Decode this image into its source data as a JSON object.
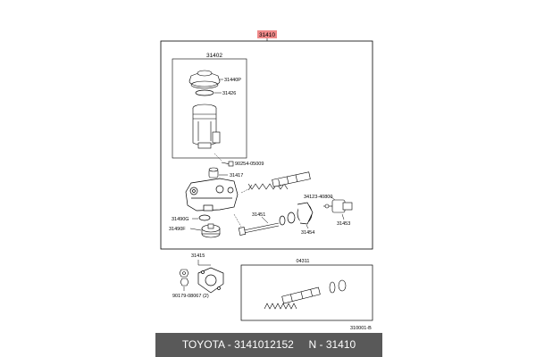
{
  "diagram": {
    "main_part_number": "31410",
    "parts": {
      "p31402": "31402",
      "p31440P": "31440P",
      "p31426": "31426",
      "p90254": "90254-05009",
      "p31417": "31417",
      "p31490G": "31490G",
      "p31490F": "31490F",
      "p31451": "31451",
      "p34123": "34123-40800",
      "p31454": "31454",
      "p31453": "31453",
      "p31415": "31415",
      "p90179": "90179-08067 (2)",
      "p04311": "04311"
    },
    "figure_code": "310001-B"
  },
  "caption": {
    "brand": "TOYOTA",
    "article": "3141012152",
    "number": "N - 31410"
  }
}
